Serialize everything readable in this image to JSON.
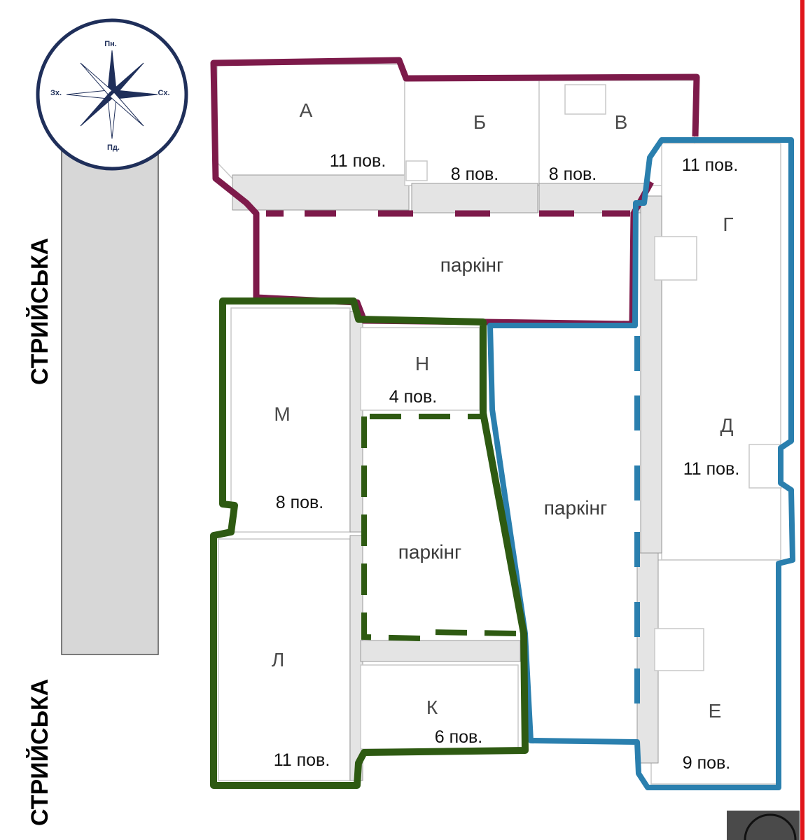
{
  "colors": {
    "zone_north": "#7d1a4a",
    "zone_west": "#2e5a12",
    "zone_east": "#2a7fae",
    "road": "#d7d7d7",
    "compass": "#1f2f5a",
    "edge": "#e0161b"
  },
  "compass": {
    "north": "Пн.",
    "south": "Пд.",
    "west": "Зх.",
    "east": "Сх."
  },
  "streets": {
    "upper": "СТРИЙСЬКА",
    "lower": "СТРИЙСЬКА"
  },
  "buildings": {
    "a": {
      "label": "А",
      "floors": "11 пов."
    },
    "b": {
      "label": "Б",
      "floors": "8 пов."
    },
    "v": {
      "label": "В",
      "floors": "8 пов."
    },
    "g": {
      "label": "Г",
      "floors": "11 пов."
    },
    "d": {
      "label": "Д",
      "floors": "11 пов."
    },
    "e": {
      "label": "Е",
      "floors": "9 пов."
    },
    "n": {
      "label": "Н",
      "floors": "4 пов."
    },
    "m": {
      "label": "М",
      "floors": "8 пов."
    },
    "l": {
      "label": "Л",
      "floors": "11 пов."
    },
    "k": {
      "label": "К",
      "floors": "6 пов."
    }
  },
  "parking": {
    "north": "паркінг",
    "west": "паркінг",
    "east": "паркінг"
  }
}
